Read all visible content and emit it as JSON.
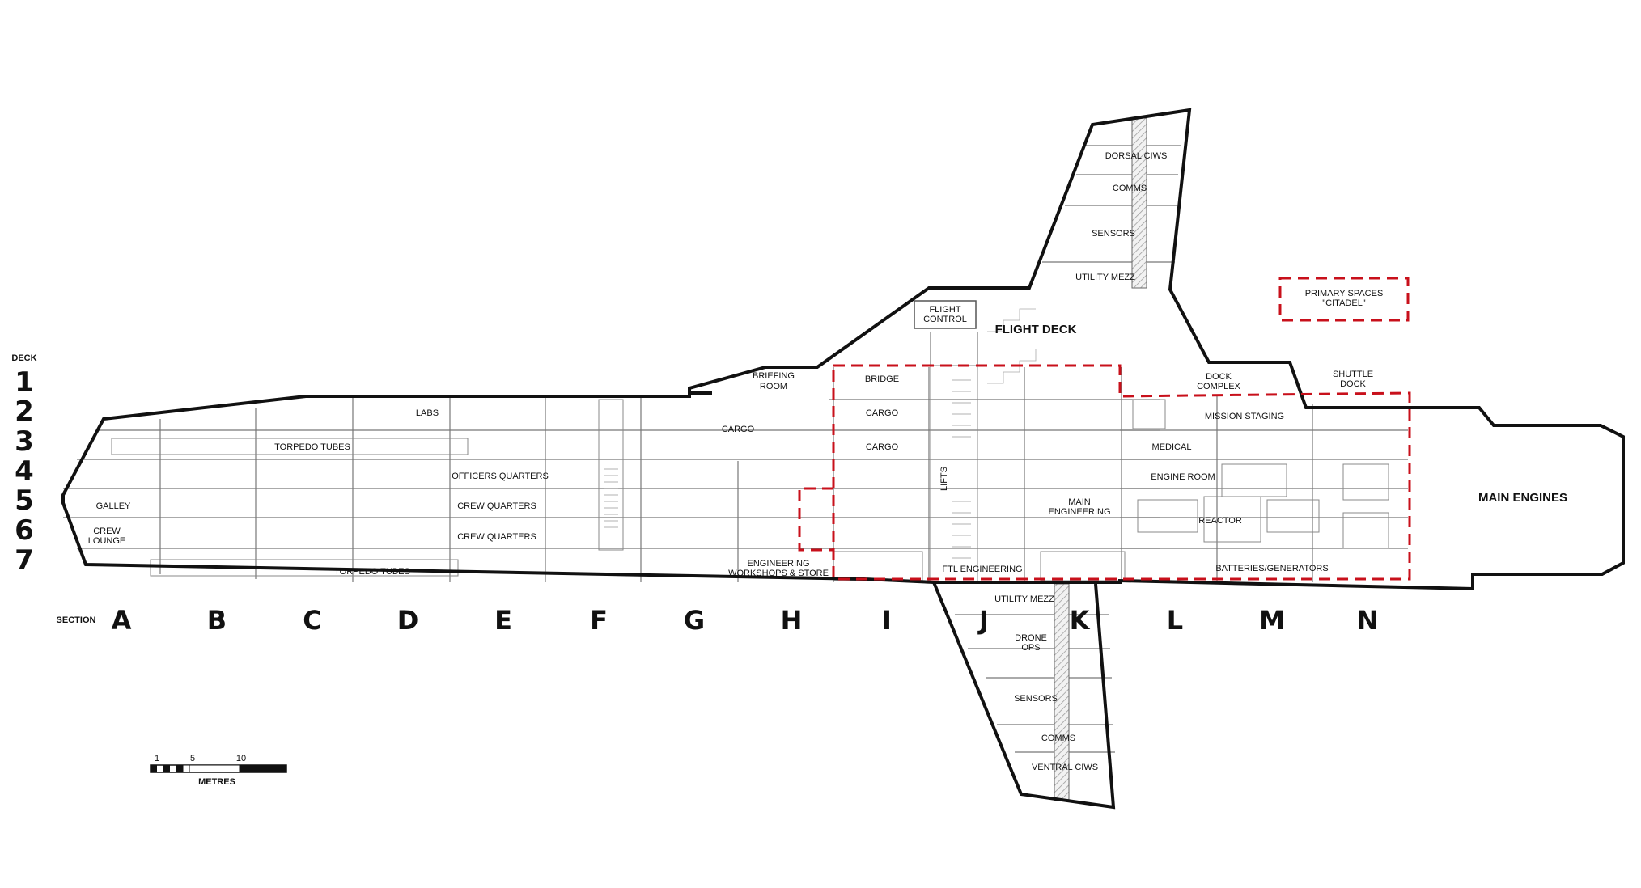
{
  "deck_header": "DECK",
  "decks": [
    "1",
    "2",
    "3",
    "4",
    "5",
    "6",
    "7"
  ],
  "section_header": "SECTION",
  "sections": [
    "A",
    "B",
    "C",
    "D",
    "E",
    "F",
    "G",
    "H",
    "I",
    "J",
    "K",
    "L",
    "M",
    "N"
  ],
  "rooms": {
    "dorsal_ciws": "DORSAL CIWS",
    "comms_top": "COMMS",
    "sensors_top": "SENSORS",
    "utility_mezz_top": "UTILITY MEZZ",
    "flight_control_1": "FLIGHT",
    "flight_control_2": "CONTROL",
    "flight_deck": "FLIGHT DECK",
    "briefing_1": "BRIEFING",
    "briefing_2": "ROOM",
    "bridge": "BRIDGE",
    "cargo_i2": "CARGO",
    "cargo_i3": "CARGO",
    "labs": "LABS",
    "cargo_g": "CARGO",
    "torpedo_top": "TORPEDO TUBES",
    "officers": "OFFICERS QUARTERS",
    "crew_q1": "CREW QUARTERS",
    "crew_q2": "CREW QUARTERS",
    "galley": "GALLEY",
    "crew_lounge_1": "CREW",
    "crew_lounge_2": "LOUNGE",
    "torpedo_bottom": "TORPEDO TUBES",
    "eng_ws_1": "ENGINEERING",
    "eng_ws_2": "WORKSHOPS & STORE",
    "lifts": "LIFTS",
    "ftl_eng": "FTL ENGINEERING",
    "main_eng_1": "MAIN",
    "main_eng_2": "ENGINEERING",
    "dock_1": "DOCK",
    "dock_2": "COMPLEX",
    "shuttle_1": "SHUTTLE",
    "shuttle_2": "DOCK",
    "mission_staging": "MISSION STAGING",
    "medical": "MEDICAL",
    "engine_room": "ENGINE ROOM",
    "reactor": "REACTOR",
    "batteries": "BATTERIES/GENERATORS",
    "main_engines": "MAIN ENGINES",
    "utility_mezz_bottom": "UTILITY MEZZ",
    "drone_1": "DRONE",
    "drone_2": "OPS",
    "sensors_bottom": "SENSORS",
    "comms_bottom": "COMMS",
    "ventral_ciws": "VENTRAL CIWS"
  },
  "legend": {
    "line1": "PRIMARY SPACES",
    "line2": "\"CITADEL\"",
    "color": "#c8101b"
  },
  "scale_bar": {
    "ticks": [
      "1",
      "5",
      "10"
    ],
    "unit": "METRES"
  }
}
